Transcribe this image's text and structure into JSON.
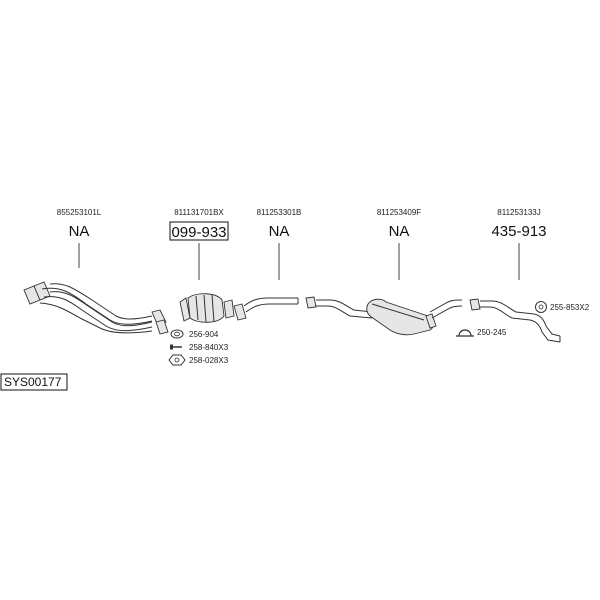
{
  "system_code": "SYS00177",
  "parts": [
    {
      "part_number": "855253101L",
      "code": "NA",
      "boxed": false
    },
    {
      "part_number": "811131701BX",
      "code": "099-933",
      "boxed": true
    },
    {
      "part_number": "811253301B",
      "code": "NA",
      "boxed": false
    },
    {
      "part_number": "811253409F",
      "code": "NA",
      "boxed": false
    },
    {
      "part_number": "811253133J",
      "code": "435-913",
      "boxed": false
    }
  ],
  "accessories": [
    {
      "label": "256-904",
      "icon": "gasket-icon"
    },
    {
      "label": "258-840X3",
      "icon": "bolt-icon"
    },
    {
      "label": "258-028X3",
      "icon": "nut-icon"
    },
    {
      "label": "250-245",
      "icon": "clamp-icon"
    },
    {
      "label": "255-853X2",
      "icon": "rubber-mount-icon"
    }
  ],
  "colors": {
    "line": "#333333",
    "fill": "#e6e6e6",
    "text": "#111111"
  }
}
